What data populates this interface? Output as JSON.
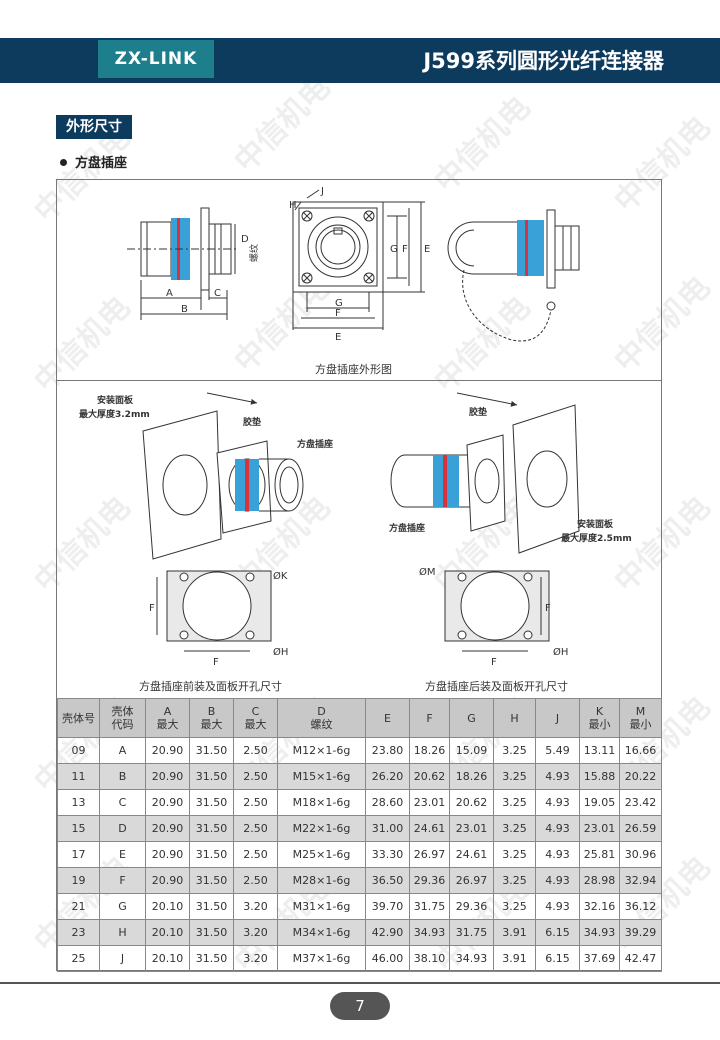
{
  "header": {
    "brand": "ZX-LINK",
    "title": "J599系列圆形光纤连接器"
  },
  "section": {
    "label": "外形尺寸",
    "subtitle": "方盘插座"
  },
  "figures": {
    "outline_caption": "方盘插座外形图",
    "front_caption": "方盘插座前装及面板开孔尺寸",
    "rear_caption": "方盘插座后装及面板开孔尺寸",
    "dim_A": "A",
    "dim_B": "B",
    "dim_C": "C",
    "dim_D": "D",
    "dim_thread": "螺纹",
    "dim_E": "E",
    "dim_F": "F",
    "dim_G": "G",
    "dim_H": "H",
    "dim_J": "J",
    "dim_K": "ØK",
    "dim_M": "ØM",
    "dim_H_hole": "ØH",
    "front_panel_label1": "安装面板",
    "front_panel_label2": "最大厚度3.2mm",
    "front_gasket": "胶垫",
    "front_receptacle": "方盘插座",
    "rear_gasket": "胶垫",
    "rear_receptacle": "方盘插座",
    "rear_panel_label1": "安装面板",
    "rear_panel_label2": "最大厚度2.5mm"
  },
  "table": {
    "headers": [
      [
        "壳体号"
      ],
      [
        "壳体",
        "代码"
      ],
      [
        "A",
        "最大"
      ],
      [
        "B",
        "最大"
      ],
      [
        "C",
        "最大"
      ],
      [
        "D",
        "螺纹"
      ],
      [
        "E"
      ],
      [
        "F"
      ],
      [
        "G"
      ],
      [
        "H"
      ],
      [
        "J"
      ],
      [
        "K",
        "最小"
      ],
      [
        "M",
        "最小"
      ]
    ],
    "rows": [
      [
        "09",
        "A",
        "20.90",
        "31.50",
        "2.50",
        "M12×1-6g",
        "23.80",
        "18.26",
        "15.09",
        "3.25",
        "5.49",
        "13.11",
        "16.66"
      ],
      [
        "11",
        "B",
        "20.90",
        "31.50",
        "2.50",
        "M15×1-6g",
        "26.20",
        "20.62",
        "18.26",
        "3.25",
        "4.93",
        "15.88",
        "20.22"
      ],
      [
        "13",
        "C",
        "20.90",
        "31.50",
        "2.50",
        "M18×1-6g",
        "28.60",
        "23.01",
        "20.62",
        "3.25",
        "4.93",
        "19.05",
        "23.42"
      ],
      [
        "15",
        "D",
        "20.90",
        "31.50",
        "2.50",
        "M22×1-6g",
        "31.00",
        "24.61",
        "23.01",
        "3.25",
        "4.93",
        "23.01",
        "26.59"
      ],
      [
        "17",
        "E",
        "20.90",
        "31.50",
        "2.50",
        "M25×1-6g",
        "33.30",
        "26.97",
        "24.61",
        "3.25",
        "4.93",
        "25.81",
        "30.96"
      ],
      [
        "19",
        "F",
        "20.90",
        "31.50",
        "2.50",
        "M28×1-6g",
        "36.50",
        "29.36",
        "26.97",
        "3.25",
        "4.93",
        "28.98",
        "32.94"
      ],
      [
        "21",
        "G",
        "20.10",
        "31.50",
        "3.20",
        "M31×1-6g",
        "39.70",
        "31.75",
        "29.36",
        "3.25",
        "4.93",
        "32.16",
        "36.12"
      ],
      [
        "23",
        "H",
        "20.10",
        "31.50",
        "3.20",
        "M34×1-6g",
        "42.90",
        "34.93",
        "31.75",
        "3.91",
        "6.15",
        "34.93",
        "39.29"
      ],
      [
        "25",
        "J",
        "20.10",
        "31.50",
        "3.20",
        "M37×1-6g",
        "46.00",
        "38.10",
        "34.93",
        "3.91",
        "6.15",
        "37.69",
        "42.47"
      ]
    ]
  },
  "footer": {
    "page_number": "7"
  },
  "watermark": "中信机电",
  "colors": {
    "header_bg": "#0d3b5e",
    "brand_bg": "#1d7e8c",
    "band_blue": "#3aa0d8",
    "band_red": "#d8323c"
  }
}
